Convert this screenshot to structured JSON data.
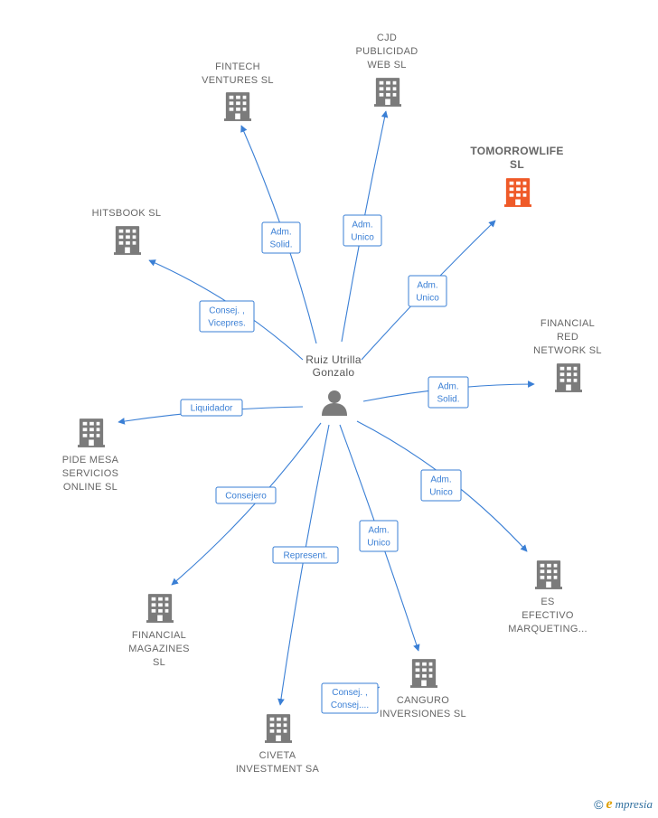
{
  "colors": {
    "edge": "#3a7fd5",
    "building": "#7b7b7b",
    "building_highlight": "#ef5a28"
  },
  "person": {
    "name_lines": [
      "Ruiz Utrilla",
      "Gonzalo"
    ],
    "icon": "person-icon"
  },
  "companies": [
    {
      "id": "fintech",
      "lines": [
        "FINTECH",
        "VENTURES  SL"
      ],
      "icon": "building-icon",
      "highlight": false
    },
    {
      "id": "cjd",
      "lines": [
        "CJD",
        "PUBLICIDAD",
        "WEB SL"
      ],
      "icon": "building-icon",
      "highlight": false
    },
    {
      "id": "tomorrowlife",
      "lines": [
        "TOMORROWLIFE",
        "SL"
      ],
      "icon": "building-icon",
      "highlight": true
    },
    {
      "id": "hitsbook",
      "lines": [
        "HITSBOOK SL"
      ],
      "icon": "building-icon",
      "highlight": false
    },
    {
      "id": "financial-red",
      "lines": [
        "FINANCIAL",
        "RED",
        "NETWORK SL"
      ],
      "icon": "building-icon",
      "highlight": false
    },
    {
      "id": "pide-mesa",
      "lines": [
        "PIDE MESA",
        "SERVICIOS",
        "ONLINE SL"
      ],
      "icon": "building-icon",
      "highlight": false
    },
    {
      "id": "es-efectivo",
      "lines": [
        "ES",
        "EFECTIVO",
        "MARQUETING..."
      ],
      "icon": "building-icon",
      "highlight": false
    },
    {
      "id": "financial-magazines",
      "lines": [
        "FINANCIAL",
        "MAGAZINES",
        "SL"
      ],
      "icon": "building-icon",
      "highlight": false
    },
    {
      "id": "canguro",
      "lines": [
        "CANGURO",
        "INVERSIONES SL"
      ],
      "icon": "building-icon",
      "highlight": false
    },
    {
      "id": "civeta",
      "lines": [
        "CIVETA",
        "INVESTMENT SA"
      ],
      "icon": "building-icon",
      "highlight": false
    }
  ],
  "relations": [
    {
      "to": "fintech",
      "lines": [
        "Adm.",
        "Solid."
      ]
    },
    {
      "to": "cjd",
      "lines": [
        "Adm.",
        "Unico"
      ]
    },
    {
      "to": "tomorrowlife",
      "lines": [
        "Adm.",
        "Unico"
      ]
    },
    {
      "to": "hitsbook",
      "lines": [
        "Consej. ,",
        "Vicepres."
      ]
    },
    {
      "to": "financial-red",
      "lines": [
        "Adm.",
        "Solid."
      ]
    },
    {
      "to": "pide-mesa",
      "lines": [
        "Liquidador"
      ]
    },
    {
      "to": "es-efectivo",
      "lines": [
        "Adm.",
        "Unico"
      ]
    },
    {
      "to": "financial-magazines",
      "lines": [
        "Consejero"
      ]
    },
    {
      "to": "canguro",
      "lines": [
        "Adm.",
        "Unico"
      ]
    },
    {
      "to": "civeta",
      "lines": [
        "Represent."
      ]
    },
    {
      "to": "canguro-civeta",
      "lines": [
        "Consej. ,",
        "Consej...."
      ]
    }
  ],
  "footer": {
    "copyright": "©",
    "brand_initial": "e",
    "brand_rest": "mpresia"
  }
}
